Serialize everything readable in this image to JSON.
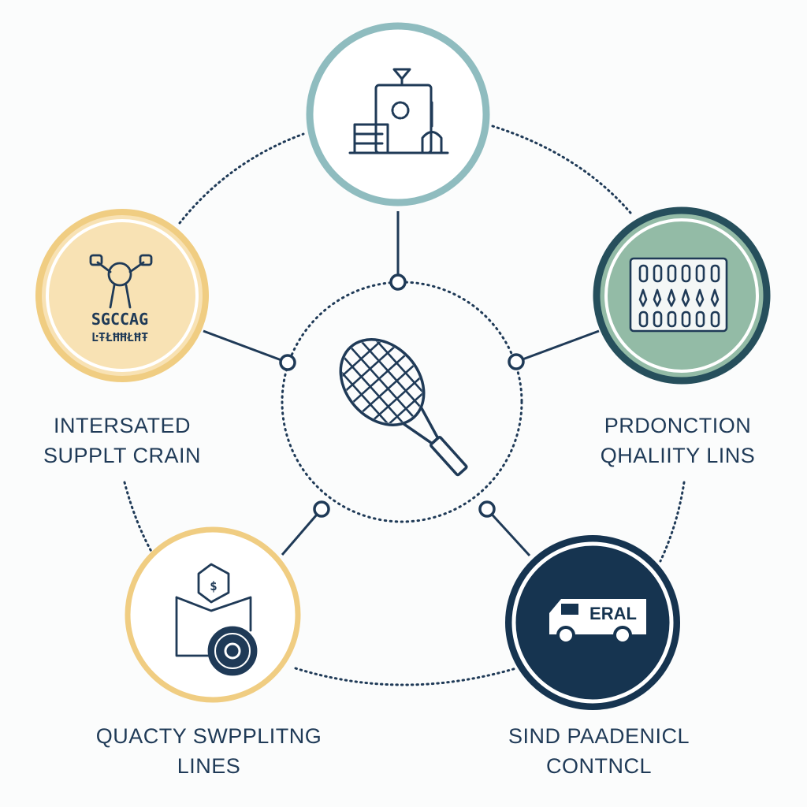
{
  "colors": {
    "navy": "#1f3a57",
    "teal_ring": "#8fbcbf",
    "sage_fill": "#93bba6",
    "dark_teal_ring": "#264f5c",
    "peach_fill": "#f8e2b4",
    "peach_ring": "#f0cd82",
    "dark_navy_fill": "#163450",
    "background": "#fbfcfc"
  },
  "center": {
    "icon": "tennis-racket-icon"
  },
  "nodes": [
    {
      "id": "top",
      "icon": "factory-gear-icon",
      "caption_lines": []
    },
    {
      "id": "left",
      "icon": "figure-with-wrenches-icon",
      "inner_text": "SGCCAG",
      "inner_subtext": "ĿŦŁĦĦŁĦŦ",
      "caption_lines": [
        "INTERSATED",
        "SUPPLT CRAIN"
      ]
    },
    {
      "id": "right",
      "icon": "pins-tray-icon",
      "caption_lines": [
        "PRDONCTION",
        "QHALIITY LINS"
      ]
    },
    {
      "id": "bottom-left",
      "icon": "box-shipping-icon",
      "inner_text": "$",
      "caption_lines": [
        "QUACTY SWPPLITNG",
        "LINES"
      ]
    },
    {
      "id": "bottom-right",
      "icon": "delivery-van-icon",
      "inner_text": "ERAL",
      "caption_lines": [
        "SIND PAADENICL",
        "CONTNCL"
      ]
    }
  ]
}
